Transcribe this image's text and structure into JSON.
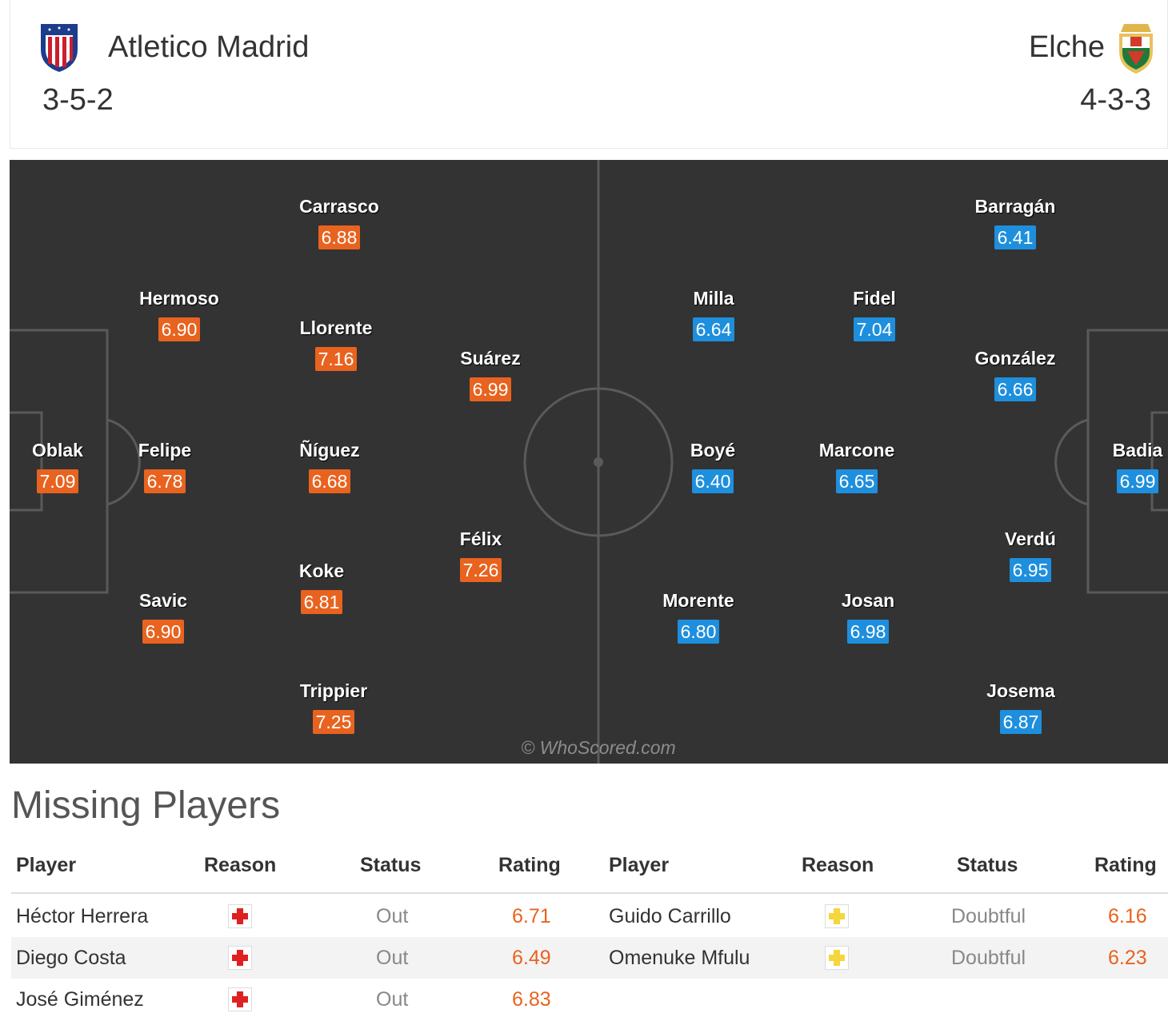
{
  "header": {
    "home": {
      "name": "Atletico Madrid",
      "formation": "3-5-2",
      "logo_icon": "atletico-crest-icon"
    },
    "away": {
      "name": "Elche",
      "formation": "4-3-3",
      "logo_icon": "elche-crest-icon"
    }
  },
  "pitch": {
    "watermark": "© WhoScored.com",
    "home_color": "#e8631f",
    "away_color": "#1e8fdd",
    "home_players": [
      {
        "name": "Oblak",
        "rating": "7.09"
      },
      {
        "name": "Hermoso",
        "rating": "6.90"
      },
      {
        "name": "Felipe",
        "rating": "6.78"
      },
      {
        "name": "Savic",
        "rating": "6.90"
      },
      {
        "name": "Carrasco",
        "rating": "6.88"
      },
      {
        "name": "Llorente",
        "rating": "7.16"
      },
      {
        "name": "Ñíguez",
        "rating": "6.68"
      },
      {
        "name": "Koke",
        "rating": "6.81"
      },
      {
        "name": "Trippier",
        "rating": "7.25"
      },
      {
        "name": "Suárez",
        "rating": "6.99"
      },
      {
        "name": "Félix",
        "rating": "7.26"
      }
    ],
    "away_players": [
      {
        "name": "Badia",
        "rating": "6.99"
      },
      {
        "name": "Barragán",
        "rating": "6.41"
      },
      {
        "name": "González",
        "rating": "6.66"
      },
      {
        "name": "Verdú",
        "rating": "6.95"
      },
      {
        "name": "Josema",
        "rating": "6.87"
      },
      {
        "name": "Fidel",
        "rating": "7.04"
      },
      {
        "name": "Marcone",
        "rating": "6.65"
      },
      {
        "name": "Josan",
        "rating": "6.98"
      },
      {
        "name": "Milla",
        "rating": "6.64"
      },
      {
        "name": "Boyé",
        "rating": "6.40"
      },
      {
        "name": "Morente",
        "rating": "6.80"
      }
    ]
  },
  "missing": {
    "title": "Missing Players",
    "columns": [
      "Player",
      "Reason",
      "Status",
      "Rating"
    ],
    "home": [
      {
        "player": "Héctor Herrera",
        "reason": "injury-icon",
        "status": "Out",
        "rating": "6.71"
      },
      {
        "player": "Diego Costa",
        "reason": "injury-icon",
        "status": "Out",
        "rating": "6.49"
      },
      {
        "player": "José Giménez",
        "reason": "injury-icon",
        "status": "Out",
        "rating": "6.83"
      }
    ],
    "away": [
      {
        "player": "Guido Carrillo",
        "reason": "doubtful-icon",
        "status": "Doubtful",
        "rating": "6.16"
      },
      {
        "player": "Omenuke Mfulu",
        "reason": "doubtful-icon",
        "status": "Doubtful",
        "rating": "6.23"
      }
    ],
    "injury_color": "#e02020",
    "doubtful_color": "#f5d63d"
  }
}
